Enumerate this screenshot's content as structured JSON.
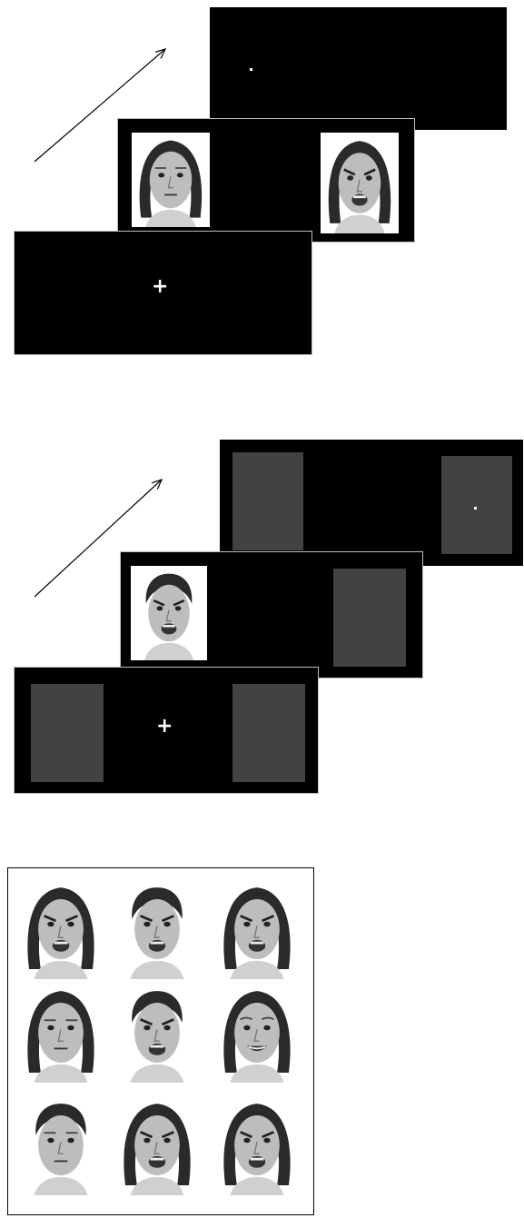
{
  "panel_a": {
    "fixation_symbol": "+",
    "probe_symbol": "·",
    "faces": [
      {
        "expression": "neutral",
        "sex": "female"
      },
      {
        "expression": "angry",
        "sex": "female"
      }
    ]
  },
  "panel_b": {
    "fixation_symbol": "+",
    "probe_symbol": "·",
    "placeholder_color": "#424242",
    "faces": [
      {
        "expression": "angry",
        "sex": "male"
      }
    ]
  },
  "panel_c": {
    "faces": [
      {
        "expression": "angry",
        "sex": "female"
      },
      {
        "expression": "angry",
        "sex": "male"
      },
      {
        "expression": "angry",
        "sex": "female"
      },
      {
        "expression": "neutral",
        "sex": "female"
      },
      {
        "expression": "angry",
        "sex": "male"
      },
      {
        "expression": "happy",
        "sex": "female"
      },
      {
        "expression": "neutral",
        "sex": "male"
      },
      {
        "expression": "angry",
        "sex": "female"
      },
      {
        "expression": "angry",
        "sex": "female"
      }
    ]
  }
}
